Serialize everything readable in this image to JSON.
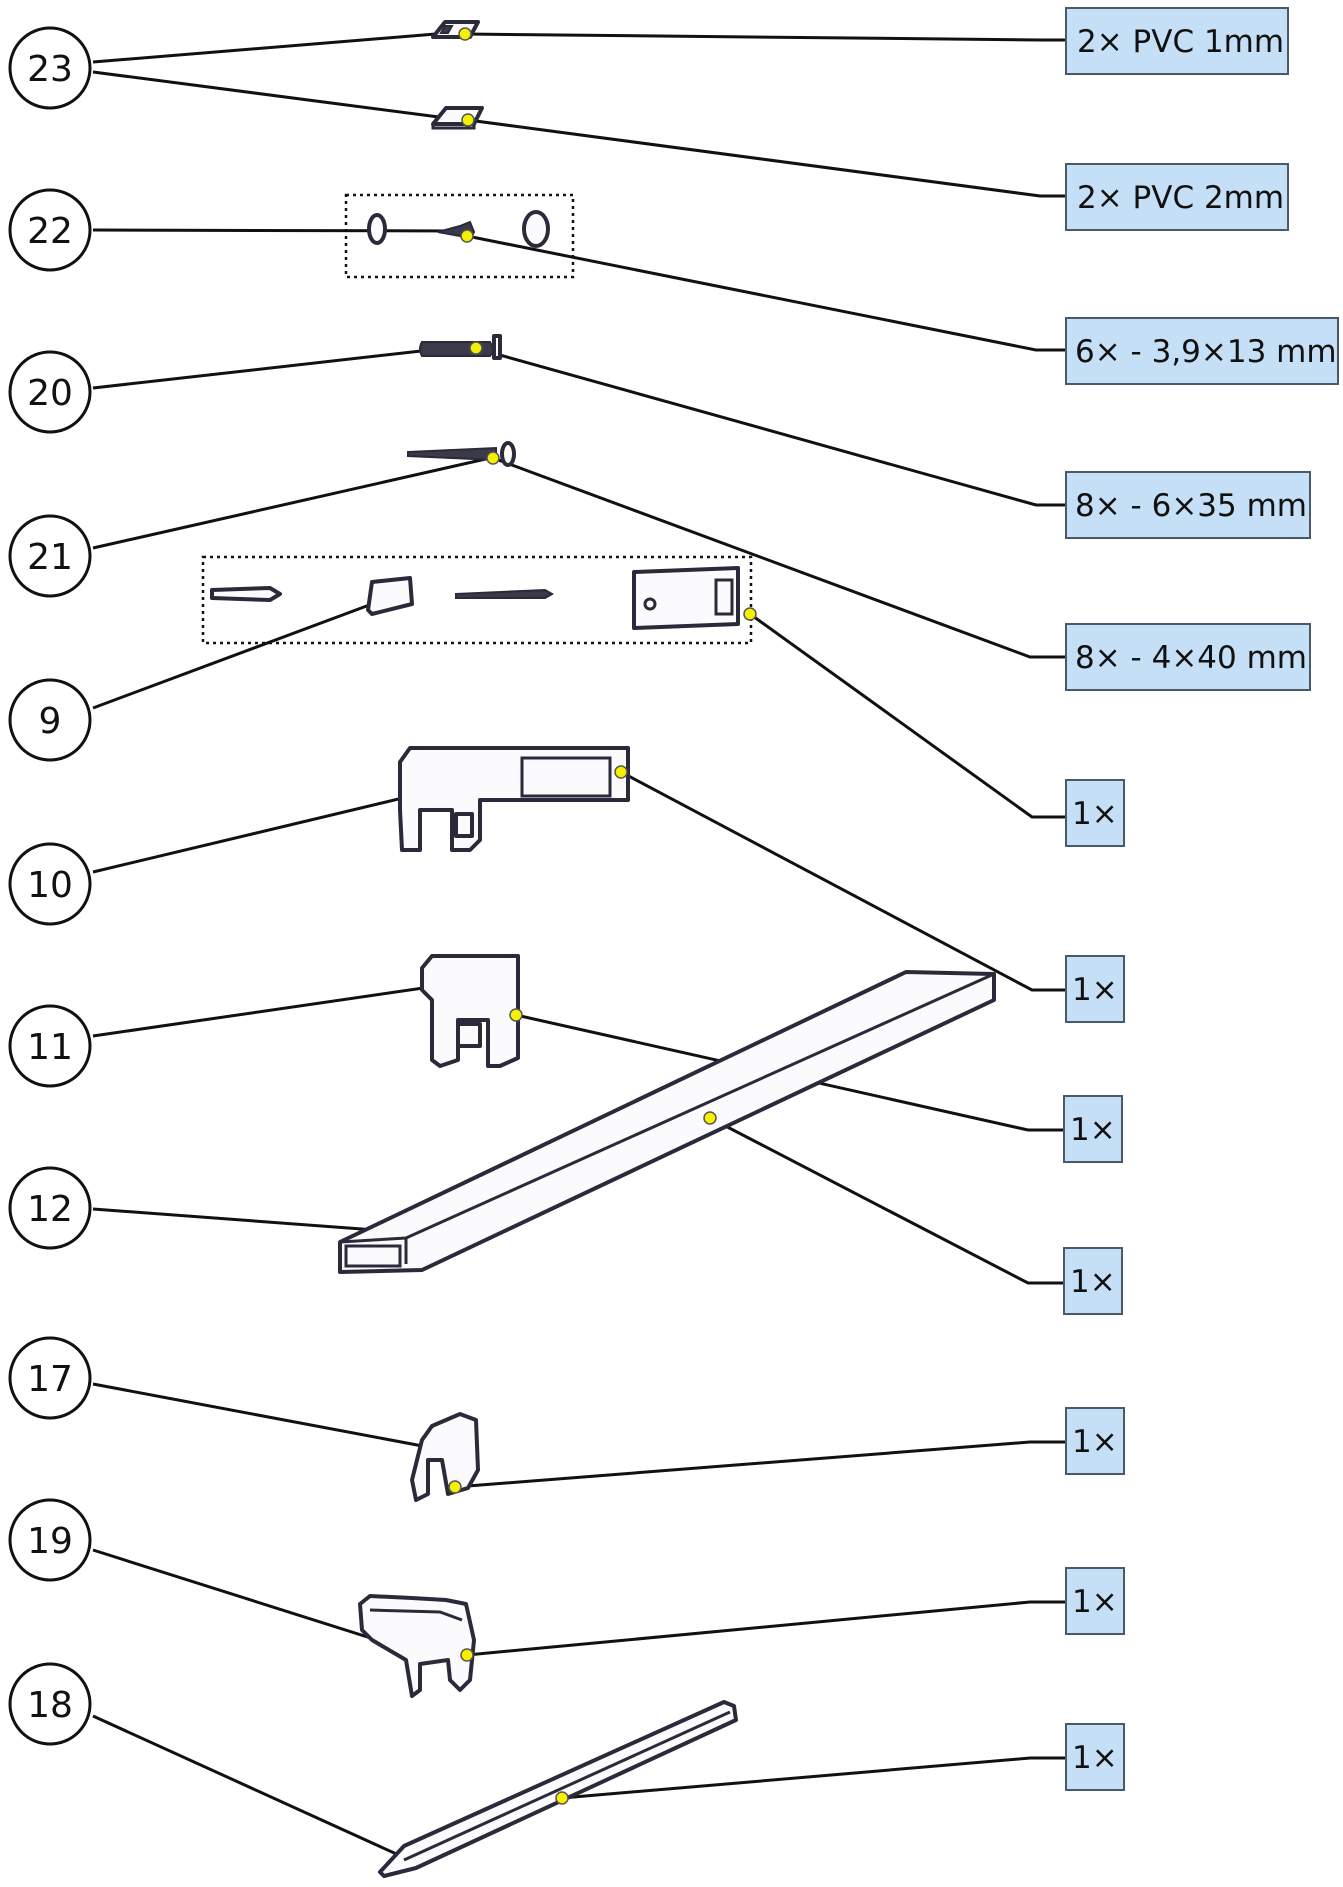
{
  "callouts": [
    {
      "number": "23",
      "label": "2× PVC 1mm"
    },
    {
      "number": "23",
      "label": "2× PVC 2mm"
    },
    {
      "number": "22",
      "label": "6× - 3,9×13 mm"
    },
    {
      "number": "20",
      "label": "8× - 6×35 mm"
    },
    {
      "number": "21",
      "label": "8× - 4×40 mm"
    },
    {
      "number": "9",
      "label": "1×"
    },
    {
      "number": "10",
      "label": "1×"
    },
    {
      "number": "11",
      "label": "1×"
    },
    {
      "number": "12",
      "label": "1×"
    },
    {
      "number": "17",
      "label": "1×"
    },
    {
      "number": "19",
      "label": "1×"
    },
    {
      "number": "18",
      "label": "1×"
    }
  ],
  "part_numbers": [
    "23",
    "22",
    "20",
    "21",
    "9",
    "10",
    "11",
    "12",
    "17",
    "19",
    "18"
  ],
  "colors": {
    "label_box": "#c5dff6",
    "marker": "#f5f000",
    "line": "#111111"
  }
}
